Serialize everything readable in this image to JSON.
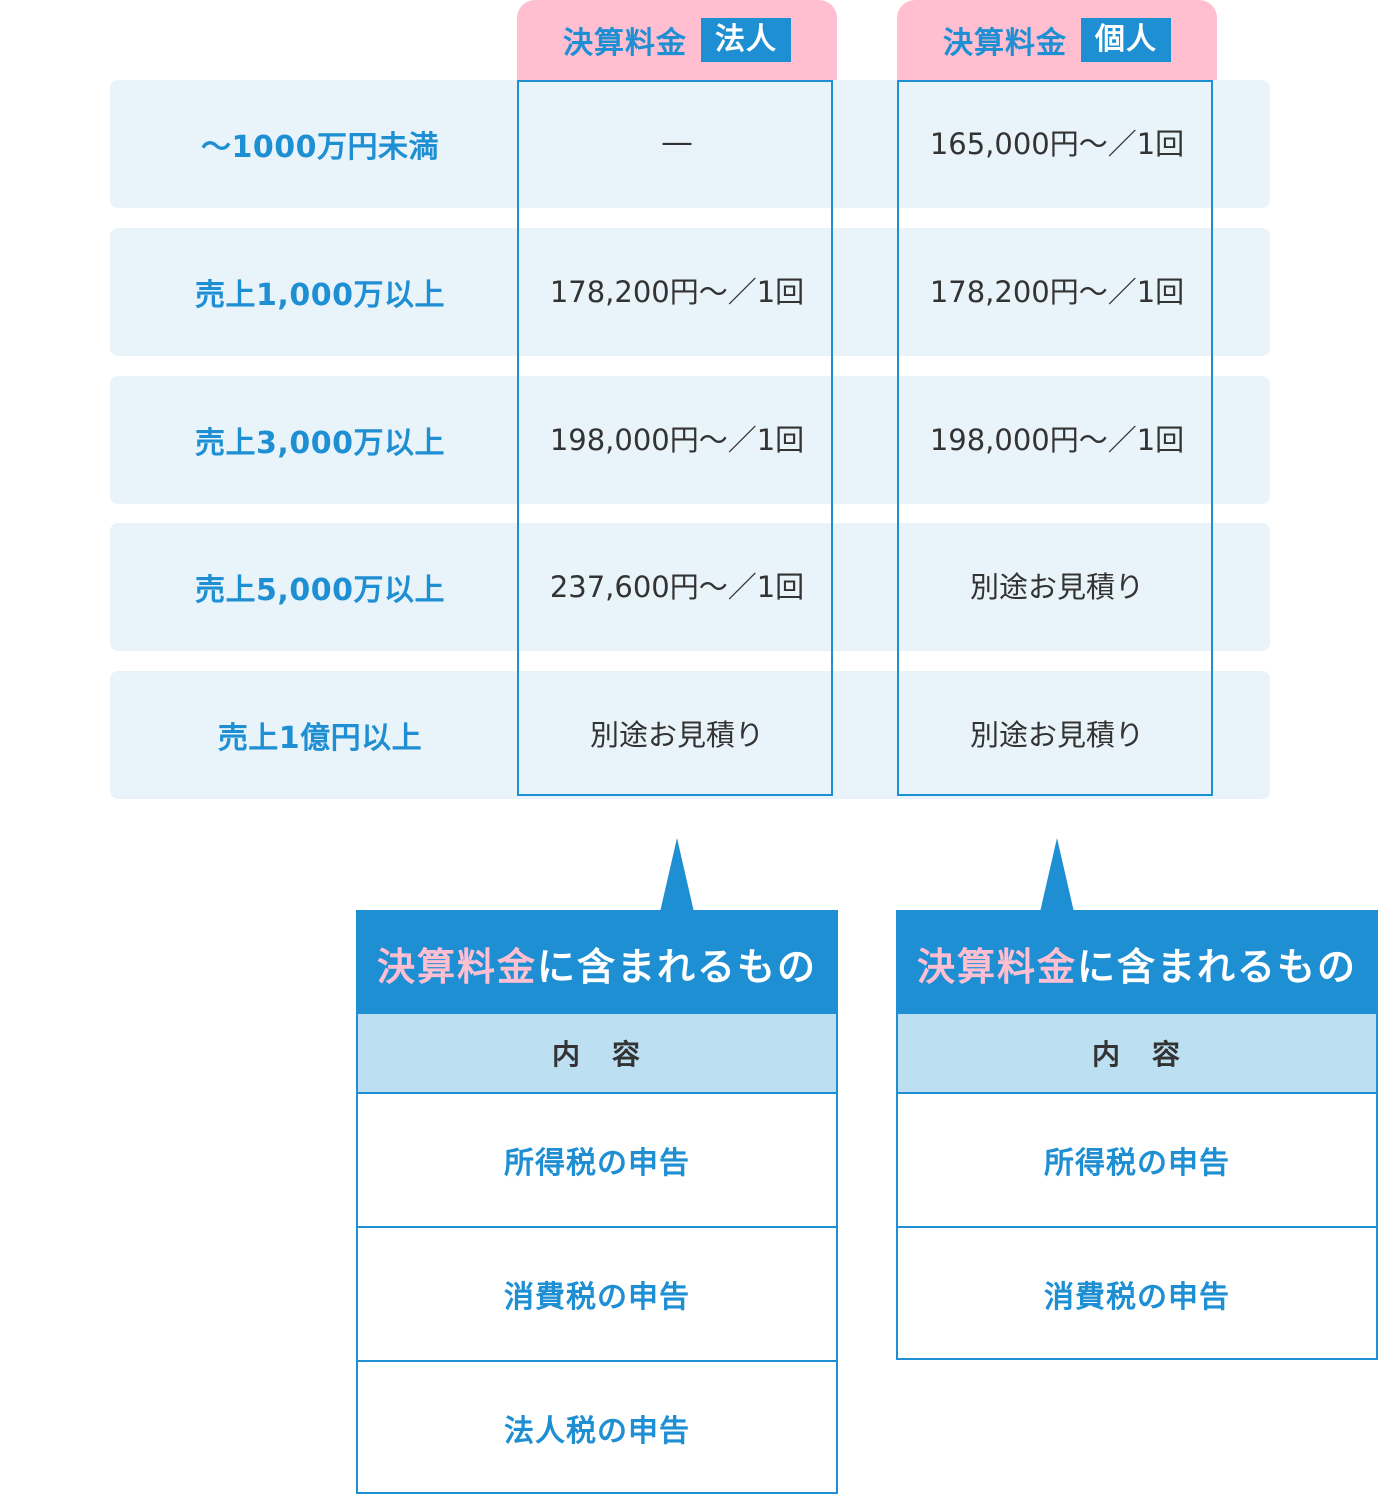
{
  "columns": [
    {
      "label": "決算料金",
      "tag": "法人"
    },
    {
      "label": "決算料金",
      "tag": "個人"
    }
  ],
  "rows": [
    {
      "label": "〜1000万円未満",
      "corporate": "―",
      "individual": "165,000円〜／1回"
    },
    {
      "label": "売上1,000万以上",
      "corporate": "178,200円〜／1回",
      "individual": "178,200円〜／1回"
    },
    {
      "label": "売上3,000万以上",
      "corporate": "198,000円〜／1回",
      "individual": "198,000円〜／1回"
    },
    {
      "label": "売上5,000万以上",
      "corporate": "237,600円〜／1回",
      "individual": "別途お見積り"
    },
    {
      "label": "売上1億円以上",
      "corporate": "別途お見積り",
      "individual": "別途お見積り"
    }
  ],
  "included_corporate": {
    "title_highlight": "決算料金",
    "title_rest": "に含まれるもの",
    "header": "内　容",
    "items": [
      "所得税の申告",
      "消費税の申告",
      "法人税の申告"
    ]
  },
  "included_individual": {
    "title_highlight": "決算料金",
    "title_rest": "に含まれるもの",
    "header": "内　容",
    "items": [
      "所得税の申告",
      "消費税の申告"
    ]
  },
  "colors": {
    "accent": "#1f8fd3",
    "pink": "#ffbfd1",
    "row_bg": "#e9f3fa",
    "sub_header_bg": "#bcdff2"
  }
}
